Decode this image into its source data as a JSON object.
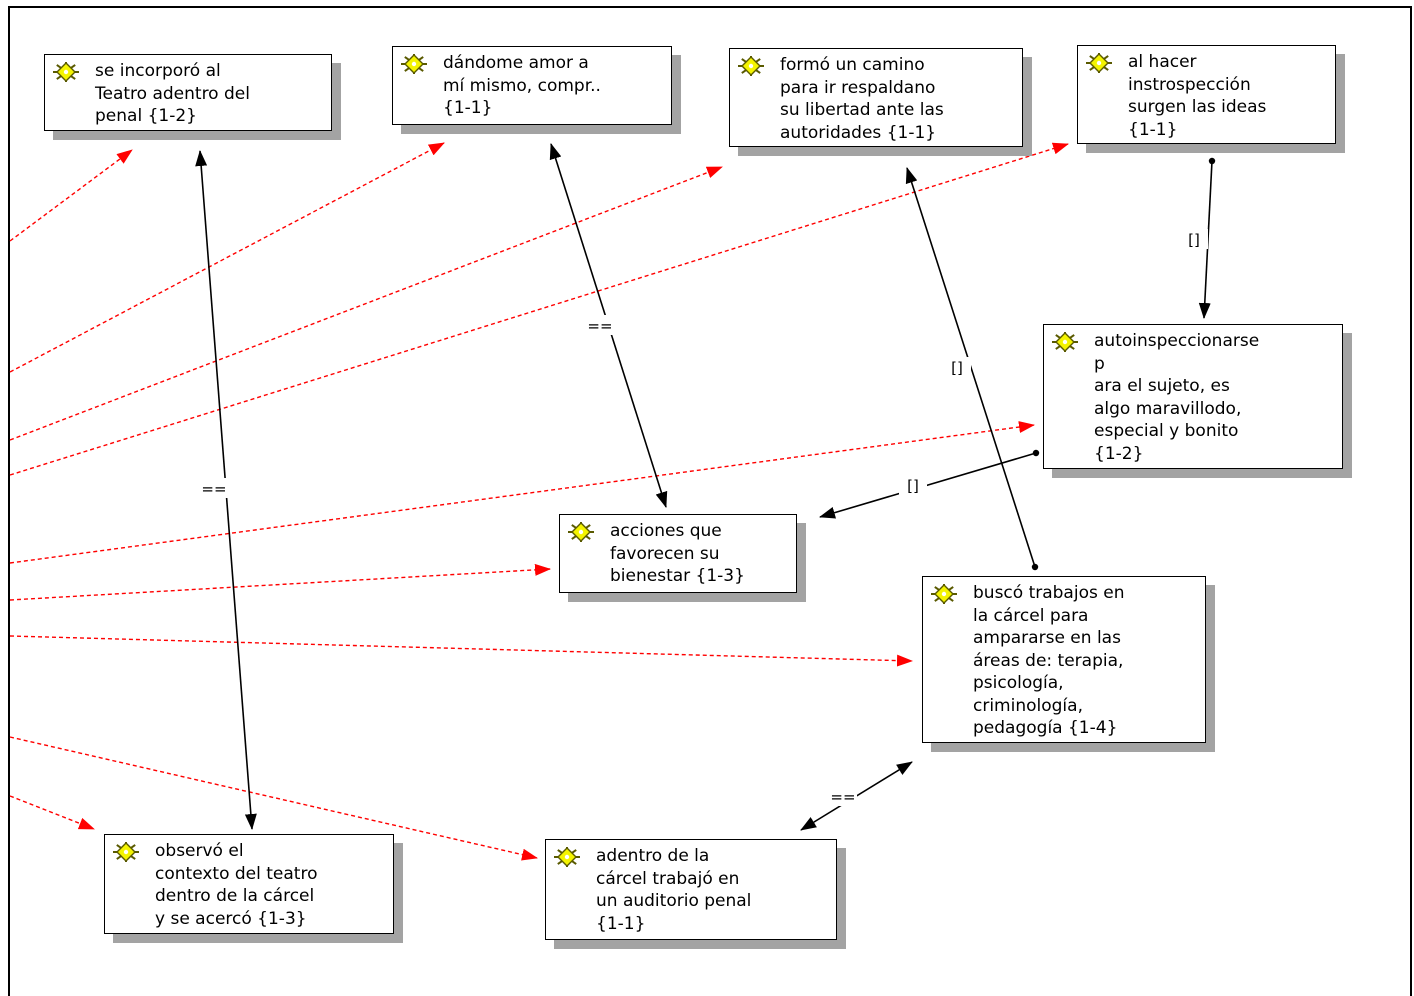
{
  "diagram": {
    "nodes": [
      {
        "id": "n1",
        "label": "se incorporó al\nTeatro adentro del\npenal {1-2}"
      },
      {
        "id": "n2",
        "label": "dándome amor a\nmí mismo, compr..\n{1-1}"
      },
      {
        "id": "n3",
        "label": "formó un camino\npara ir respaldano\nsu libertad ante las\nautoridades {1-1}"
      },
      {
        "id": "n4",
        "label": "al hacer\ninstrospección\nsurgen las ideas\n{1-1}"
      },
      {
        "id": "n5",
        "label": "autoinspeccionarse\np\nara el sujeto, es\nalgo maravillodo,\nespecial y bonito\n{1-2}"
      },
      {
        "id": "n6",
        "label": "acciones que\nfavorecen su\nbienestar {1-3}"
      },
      {
        "id": "n7",
        "label": "buscó trabajos en\nla cárcel para\nampararse en las\náreas de: terapia,\npsicología,\ncriminología,\npedagogía {1-4}"
      },
      {
        "id": "n8",
        "label": "observó el\ncontexto del teatro\ndentro de la cárcel\ny se acercó {1-3}"
      },
      {
        "id": "n9",
        "label": "adentro de la\ncárcel trabajó en\nun auditorio penal\n{1-1}"
      }
    ],
    "relations": [
      {
        "id": "r1",
        "from": "n1",
        "to": "n8",
        "symbol": "==",
        "style": "bidirectional"
      },
      {
        "id": "r2",
        "from": "n2",
        "to": "n6",
        "symbol": "==",
        "style": "bidirectional"
      },
      {
        "id": "r3",
        "from": "n7",
        "to": "n3",
        "symbol": "[]",
        "style": "dot-to-arrow"
      },
      {
        "id": "r4",
        "from": "n4",
        "to": "n5",
        "symbol": "[]",
        "style": "dot-to-arrow"
      },
      {
        "id": "r5",
        "from": "n5",
        "to": "n6",
        "symbol": "[]",
        "style": "dot-to-arrow"
      },
      {
        "id": "r6",
        "from": "n9",
        "to": "n7",
        "symbol": "==",
        "style": "bidirectional"
      }
    ],
    "incoming_links_from_offscreen": [
      "n1",
      "n2",
      "n3",
      "n4",
      "n5",
      "n6",
      "n7",
      "n8",
      "n9"
    ]
  },
  "colors": {
    "relation_line": "#000000",
    "offscreen_link": "#ff0000",
    "node_border": "#000000",
    "node_shadow": "#a3a3a3",
    "icon_fill": "#f4f400",
    "icon_outline": "#5a5a00"
  },
  "icons": {
    "node_icon": "code-sun-icon"
  }
}
